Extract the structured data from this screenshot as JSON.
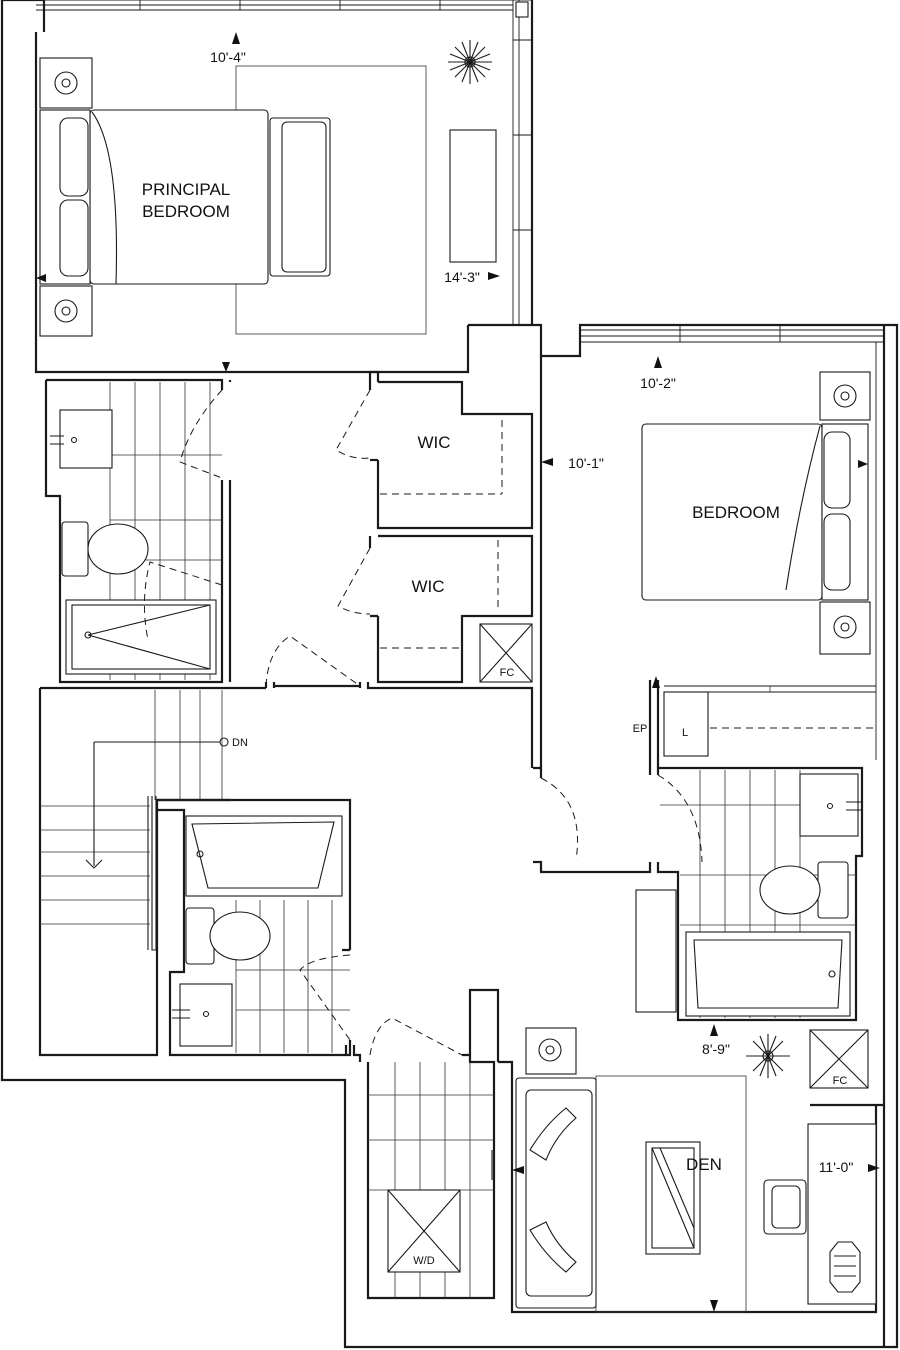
{
  "rooms": {
    "principal": {
      "line1": "PRINCIPAL",
      "line2": "BEDROOM"
    },
    "bedroom": "BEDROOM",
    "wic_1": "WIC",
    "wic_2": "WIC",
    "den": "DEN"
  },
  "dimensions": {
    "principal_width": "10'-4\"",
    "principal_depth": "14'-3\"",
    "bedroom_width": "10'-2\"",
    "bedroom_depth": "10'-1\"",
    "den_width": "8'-9\"",
    "den_depth": "11'-0\""
  },
  "fixtures": {
    "fc_upper": "FC",
    "fc_lower": "FC",
    "ep": "EP",
    "linen": "L",
    "stair_dn": "DN",
    "laundry": "W/D"
  }
}
